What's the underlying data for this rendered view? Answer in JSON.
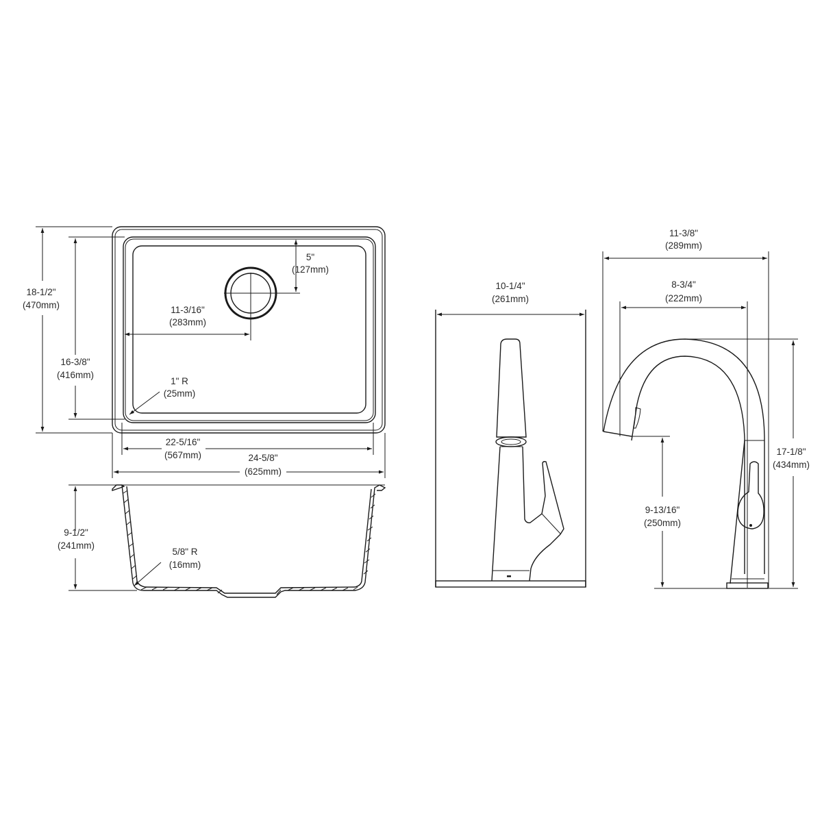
{
  "drawing": {
    "title": "Sink and faucet dimension drawing",
    "colors": {
      "line": "#1a1a1a",
      "text": "#2a2a2a",
      "background": "#ffffff"
    }
  },
  "sink_top_view": {
    "overall_depth": {
      "in": "18-1/2\"",
      "mm": "(470mm)"
    },
    "bowl_depth": {
      "in": "16-3/8\"",
      "mm": "(416mm)"
    },
    "drain_offset_back": {
      "in": "5\"",
      "mm": "(127mm)"
    },
    "drain_offset_left": {
      "in": "11-3/16\"",
      "mm": "(283mm)"
    },
    "corner_radius": {
      "in": "1\" R",
      "mm": "(25mm)"
    },
    "bowl_width": {
      "in": "22-5/16\"",
      "mm": "(567mm)"
    },
    "overall_width": {
      "in": "24-5/8\"",
      "mm": "(625mm)"
    }
  },
  "sink_section_view": {
    "bowl_height": {
      "in": "9-1/2\"",
      "mm": "(241mm)"
    },
    "bottom_radius": {
      "in": "5/8\" R",
      "mm": "(16mm)"
    }
  },
  "faucet_front_view": {
    "overall_width": {
      "in": "10-1/4\"",
      "mm": "(261mm)"
    }
  },
  "faucet_side_view": {
    "overall_reach": {
      "in": "11-3/8\"",
      "mm": "(289mm)"
    },
    "spout_reach": {
      "in": "8-3/4\"",
      "mm": "(222mm)"
    },
    "overall_height": {
      "in": "17-1/8\"",
      "mm": "(434mm)"
    },
    "spout_height": {
      "in": "9-13/16\"",
      "mm": "(250mm)"
    }
  }
}
